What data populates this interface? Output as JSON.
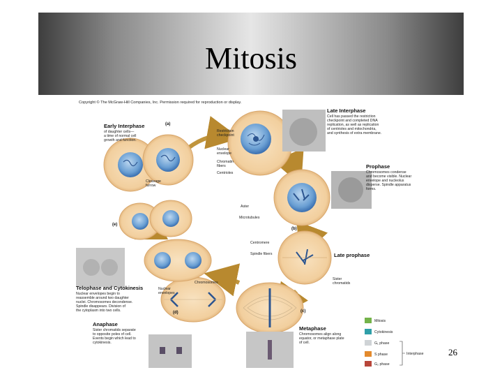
{
  "slide": {
    "title": "Mitosis",
    "page_number": "26"
  },
  "figure": {
    "copyright": "Copyright © The McGraw-Hill Companies, Inc. Permission required for reproduction or display.",
    "stages": {
      "late_interphase": {
        "title": "Late Interphase",
        "lines": [
          "Cell has passed the restriction",
          "checkpoint and completed DNA",
          "replication, as well as replication",
          "of centrioles and mitochondria,",
          "and synthesis of extra membrane."
        ]
      },
      "prophase": {
        "title": "Prophase",
        "lines": [
          "Chromosomes condense",
          "and become visible. Nuclear",
          "envelope and nucleolus",
          "disperse. Spindle apparatus",
          "forms."
        ]
      },
      "late_prophase": {
        "title": "Late prophase"
      },
      "early_interphase": {
        "title": "Early Interphase",
        "lines": [
          "of daughter cells—",
          "a time of normal cell",
          "growth and function."
        ]
      },
      "telophase": {
        "title": "Telophase and Cytokinesis",
        "lines": [
          "Nuclear envelopes begin to",
          "reassemble around two daughter",
          "nuclei. Chromosomes decondense.",
          "Spindle disappears. Division of",
          "the cytoplasm into two cells."
        ]
      },
      "anaphase": {
        "title": "Anaphase",
        "lines": [
          "Sister chromatids separate",
          "to opposite poles of cell.",
          "Events begin which lead to",
          "cytokinesis."
        ]
      },
      "metaphase": {
        "title": "Metaphase",
        "lines": [
          "Chromosomes align along",
          "equator, or metaphase plate",
          "of cell."
        ]
      }
    },
    "labels": {
      "restriction": [
        "Restriction",
        "checkpoint"
      ],
      "nuclear_envelope": [
        "Nuclear",
        "envelope"
      ],
      "chromatin": [
        "Chromatin",
        "fibers"
      ],
      "centrioles": "Centrioles",
      "cleavage": [
        "Cleavage",
        "furrow"
      ],
      "aster": "Aster",
      "microtubules": "Microtubules",
      "centromere": "Centromere",
      "spindle": "Spindle fibers",
      "sister": [
        "Sister",
        "chromatids"
      ],
      "chromosomes": "Chromosomes",
      "nuclear_envelopes": [
        "Nuclear",
        "envelopes"
      ],
      "panel_a": "(a)",
      "panel_b": "(b)",
      "panel_c": "(c)",
      "panel_d": "(d)",
      "panel_e": "(e)"
    },
    "legend": {
      "items": [
        {
          "label": "Mitosis",
          "color": "#74b34a"
        },
        {
          "label": "Cytokinesis",
          "color": "#2f9fa8"
        },
        {
          "label": "G₁ phase",
          "color": "#cfd3d6"
        },
        {
          "label": "S phase",
          "color": "#e38a2d"
        },
        {
          "label": "G₂ phase",
          "color": "#b8463a"
        }
      ],
      "interphase": "Interphase"
    },
    "colors": {
      "cell_fill": "#f4d8b0",
      "cell_edge": "#d9a76b",
      "nucleus": "#4f88c4",
      "arrow": "#c0953d",
      "cytoplasm_inner": "#efc894"
    }
  }
}
